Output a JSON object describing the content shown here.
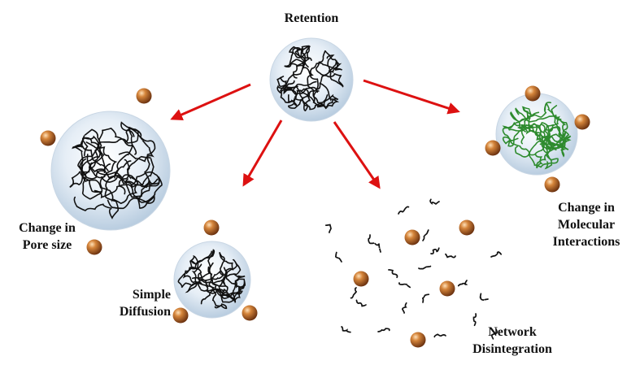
{
  "labels": {
    "retention": "Retention",
    "pore_size": [
      "Change in",
      "Pore size"
    ],
    "diffusion": [
      "Simple",
      "Diffusion"
    ],
    "disintegration": [
      "Network",
      "Disintegration"
    ],
    "interactions": [
      "Change in",
      "Molecular",
      "Interactions"
    ]
  },
  "colors": {
    "arrow": "#dd1111",
    "polymer_chain": "#111111",
    "modified_chain": "#2e8b2e",
    "particle": "#c06a2a",
    "sphere": "#d6e4f0"
  },
  "icons": {
    "particle": "drug-particle-icon",
    "hydrogel": "hydrogel-sphere-icon"
  }
}
